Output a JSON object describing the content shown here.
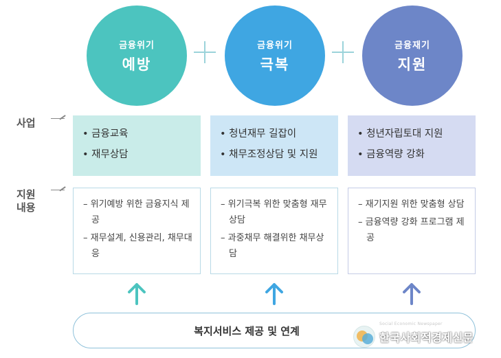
{
  "circles": [
    {
      "top": "금융위기",
      "main": "예방",
      "color": "#4cc4bf"
    },
    {
      "top": "금융위기",
      "main": "극복",
      "color": "#3fa6e2"
    },
    {
      "top": "금융재기",
      "main": "지원",
      "color": "#6d86c8"
    }
  ],
  "row_labels": {
    "business": "사업",
    "support_line1": "지원",
    "support_line2": "내용"
  },
  "business": [
    [
      "• 금융교육",
      "• 재무상담"
    ],
    [
      "• 청년재무 길잡이",
      "• 채무조정상담 및 지원"
    ],
    [
      "• 청년자립토대 지원",
      "• 금융역량 강화"
    ]
  ],
  "support": [
    [
      "– 위기예방 위한 금융지식 제공",
      "– 재무설계, 신용관리, 채무대응"
    ],
    [
      "– 위기극복 위한 맞춤형 재무상담",
      "– 과중채무 해결위한 채무상담"
    ],
    [
      "– 재기지원 위한 맞춤형 상담",
      "– 금융역량 강화 프로그램 제공"
    ]
  ],
  "arrow_colors": [
    "#4cc4bf",
    "#3fa6e2",
    "#6d86c8"
  ],
  "bottom_text": "복지서비스 제공 및 연계",
  "watermark": {
    "name": "한국사회적경제신문",
    "tagline": "Social Economic Newspaper"
  }
}
